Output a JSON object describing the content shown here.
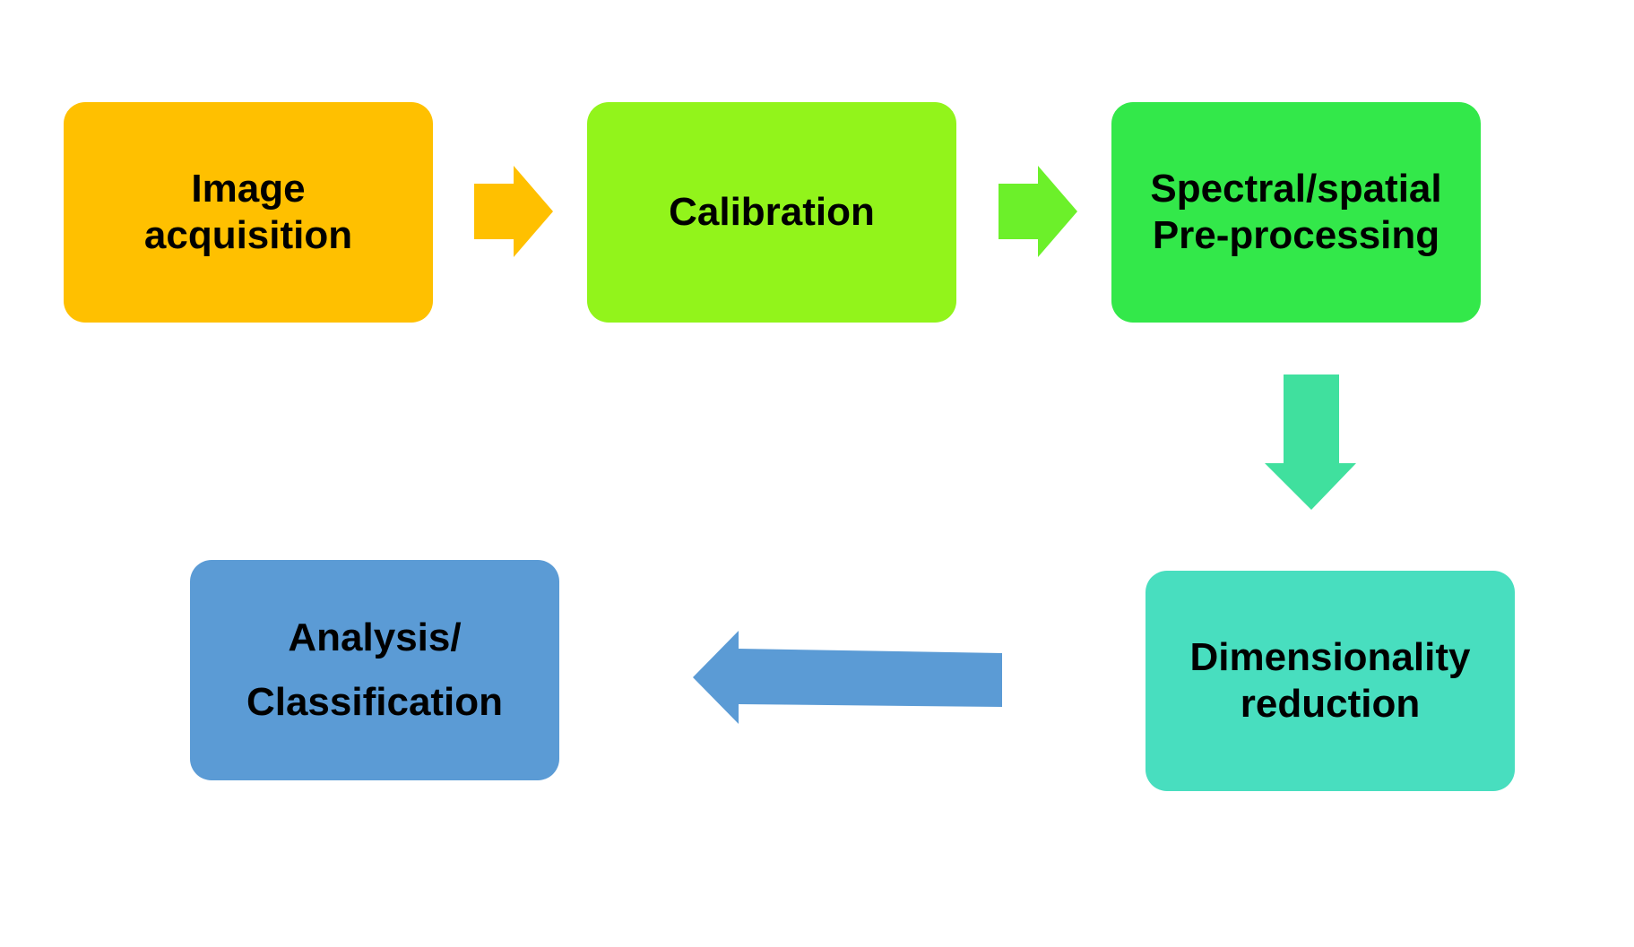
{
  "diagram": {
    "title": "Hyperspectral image processing workflow",
    "steps": [
      {
        "id": "image-acquisition",
        "lines": [
          "Image",
          "acquisition"
        ],
        "color": "#FFC000"
      },
      {
        "id": "calibration",
        "lines": [
          "Calibration"
        ],
        "color": "#92F41B"
      },
      {
        "id": "preprocessing",
        "lines": [
          "Spectral/spatial",
          "Pre-processing"
        ],
        "color": "#33E84A"
      },
      {
        "id": "dimensionality-reduction",
        "lines": [
          "Dimensionality",
          "reduction"
        ],
        "color": "#48DEBF"
      },
      {
        "id": "analysis-classification",
        "lines": [
          "Analysis/",
          "Classification"
        ],
        "color": "#5B9BD5"
      }
    ],
    "arrows": [
      {
        "from": "image-acquisition",
        "to": "calibration",
        "direction": "right",
        "color": "#FFC000"
      },
      {
        "from": "calibration",
        "to": "preprocessing",
        "direction": "right",
        "color": "#6CF02A"
      },
      {
        "from": "preprocessing",
        "to": "dimensionality-reduction",
        "direction": "down",
        "color": "#40E09E"
      },
      {
        "from": "dimensionality-reduction",
        "to": "analysis-classification",
        "direction": "left",
        "color": "#5B9BD5"
      }
    ]
  }
}
